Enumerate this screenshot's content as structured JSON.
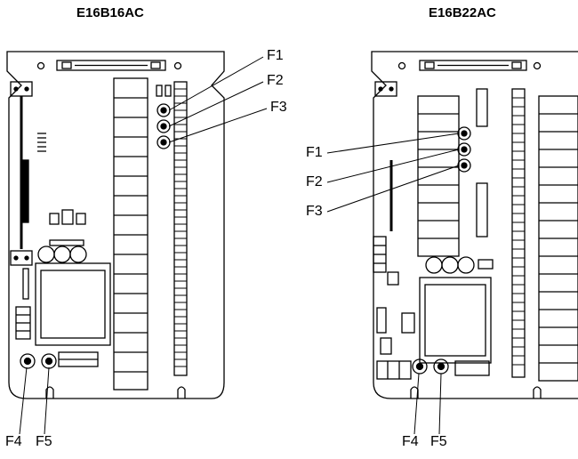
{
  "left_panel": {
    "title": "E16B16AC",
    "fuse_labels": {
      "f1": "F1",
      "f2": "F2",
      "f3": "F3",
      "f4": "F4",
      "f5": "F5"
    }
  },
  "right_panel": {
    "title": "E16B22AC",
    "fuse_labels": {
      "f1": "F1",
      "f2": "F2",
      "f3": "F3",
      "f4": "F4",
      "f5": "F5"
    }
  },
  "colors": {
    "line": "#000000",
    "background": "#ffffff",
    "fill_light": "#ffffff",
    "fill_dark": "#000000"
  }
}
